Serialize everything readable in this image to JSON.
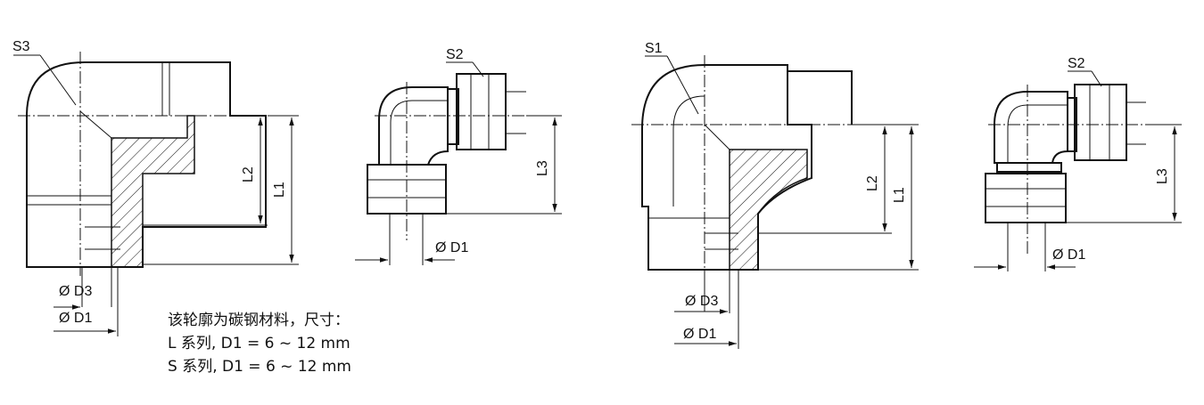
{
  "labels": {
    "s1": "S1",
    "s2": "S2",
    "s3": "S3",
    "l1": "L1",
    "l2": "L2",
    "l3": "L3",
    "d1": "Ø D1",
    "d3": "Ø D3"
  },
  "note": {
    "line1": "该轮廓为碳钢材料，尺寸：",
    "line2": "L 系列, D1 = 6 ~ 12 mm",
    "line3": "S 系列, D1 = 6 ~ 12 mm"
  }
}
